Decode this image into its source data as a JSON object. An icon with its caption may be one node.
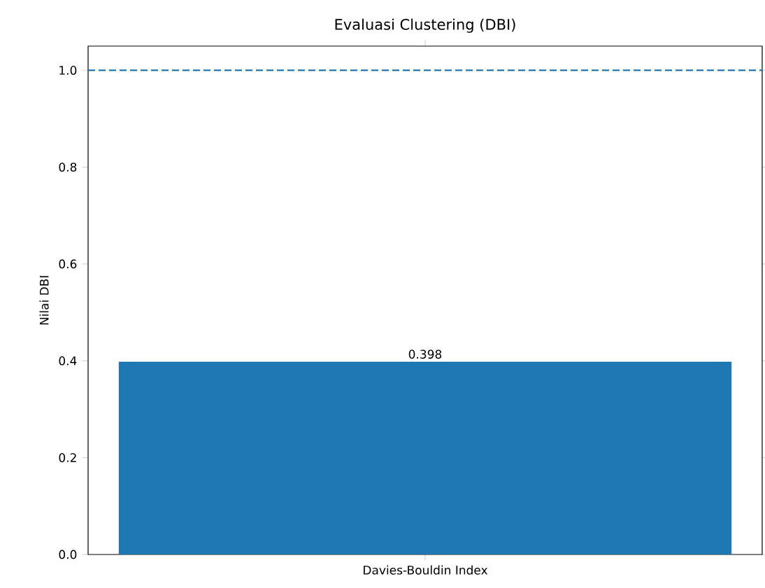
{
  "diagram": {
    "chart_data": {
      "type": "bar",
      "title": "Evaluasi Clustering (DBI)",
      "ylabel": "Nilai DBI",
      "categories": [
        "Davies-Bouldin Index"
      ],
      "series": [
        {
          "color": "#1f77b4",
          "values": [
            0.398
          ]
        }
      ],
      "value_labels": [
        "0.398"
      ],
      "ylim": [
        0,
        1.05
      ],
      "yticks": [
        {
          "value": 0,
          "label": "0.0"
        },
        {
          "value": 0.2,
          "label": "0.2"
        },
        {
          "value": 0.4,
          "label": "0.4"
        },
        {
          "value": 0.6,
          "label": "0.6"
        },
        {
          "value": 0.8,
          "label": "0.8"
        },
        {
          "value": 1.0,
          "label": "1.0"
        }
      ],
      "ref_lines": [
        {
          "axis": "y",
          "value": 1.0,
          "color": "#1f77b4"
        }
      ]
    }
  }
}
